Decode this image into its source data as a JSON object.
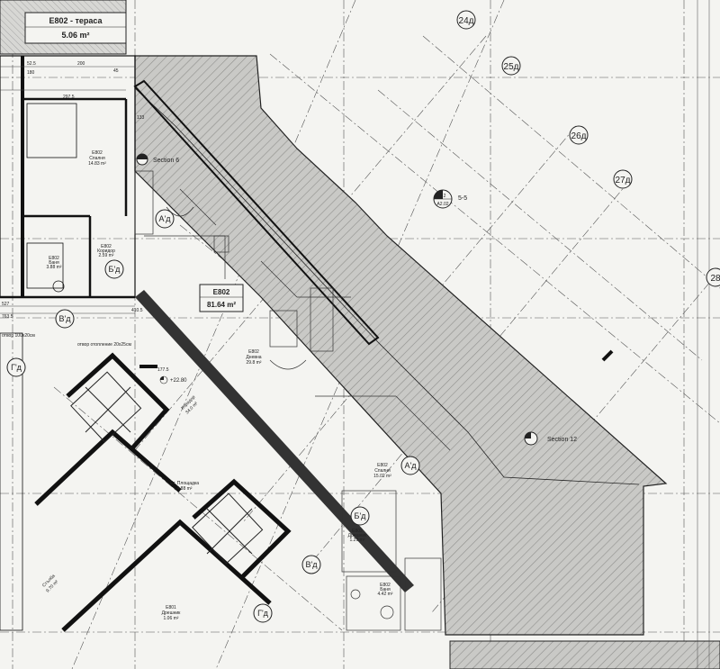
{
  "terrace_tag": {
    "name": "E802 - тераса",
    "area": "5.06 m²"
  },
  "apartment_tag": {
    "name": "E802",
    "area": "81.64 m²"
  },
  "grid_bubbles": [
    "24д",
    "25д",
    "26д",
    "27д",
    "28"
  ],
  "axis_bubbles": [
    {
      "label": "А'д",
      "pos": "top"
    },
    {
      "label": "Б'д",
      "pos": "top"
    },
    {
      "label": "В'д",
      "pos": "top"
    },
    {
      "label": "Г'д",
      "pos": "top"
    },
    {
      "label": "А'д",
      "pos": "right"
    },
    {
      "label": "Б'д",
      "pos": "right"
    },
    {
      "label": "В'д",
      "pos": "right"
    },
    {
      "label": "Г'д",
      "pos": "right"
    }
  ],
  "section_marks": [
    {
      "label": "Section 6"
    },
    {
      "label": "5-5",
      "sheet_num": "2",
      "sheet_ref": "A2.02"
    },
    {
      "label": "Section 12"
    }
  ],
  "rooms": [
    {
      "code": "E802",
      "name": "Спалня",
      "area": "14.83 m²"
    },
    {
      "code": "E802",
      "name": "Коридор",
      "area": "2.59 m²"
    },
    {
      "code": "E802",
      "name": "Баня",
      "area": "3.88 m²"
    },
    {
      "code": "E802",
      "name": "Дневна",
      "area": "29.8 m²"
    },
    {
      "code": "E802",
      "name": "Спалня",
      "area": "15.02 m²"
    },
    {
      "code": "E802",
      "name": "Дрешник",
      "area": "1.29 m²"
    },
    {
      "code": "E802",
      "name": "Баня",
      "area": "4.42 m²"
    },
    {
      "code": "",
      "name": "Коридор",
      "area": "34.0 m²"
    },
    {
      "code": "",
      "name": "Ет. Площадка",
      "area": "4.88 m²"
    },
    {
      "code": "",
      "name": "Стълба",
      "area": "9.70 m²"
    },
    {
      "code": "E801",
      "name": "Дрешник",
      "area": "1.06 m²"
    }
  ],
  "annotations": {
    "level": "+22.80",
    "opening": "отвор отопление 20x25см",
    "opening2": "отвор 100x20см",
    "dims": [
      "200",
      "297.5",
      "52.5",
      "180",
      "527",
      "763.5",
      "45",
      "410.5",
      "177.5",
      "133"
    ]
  }
}
